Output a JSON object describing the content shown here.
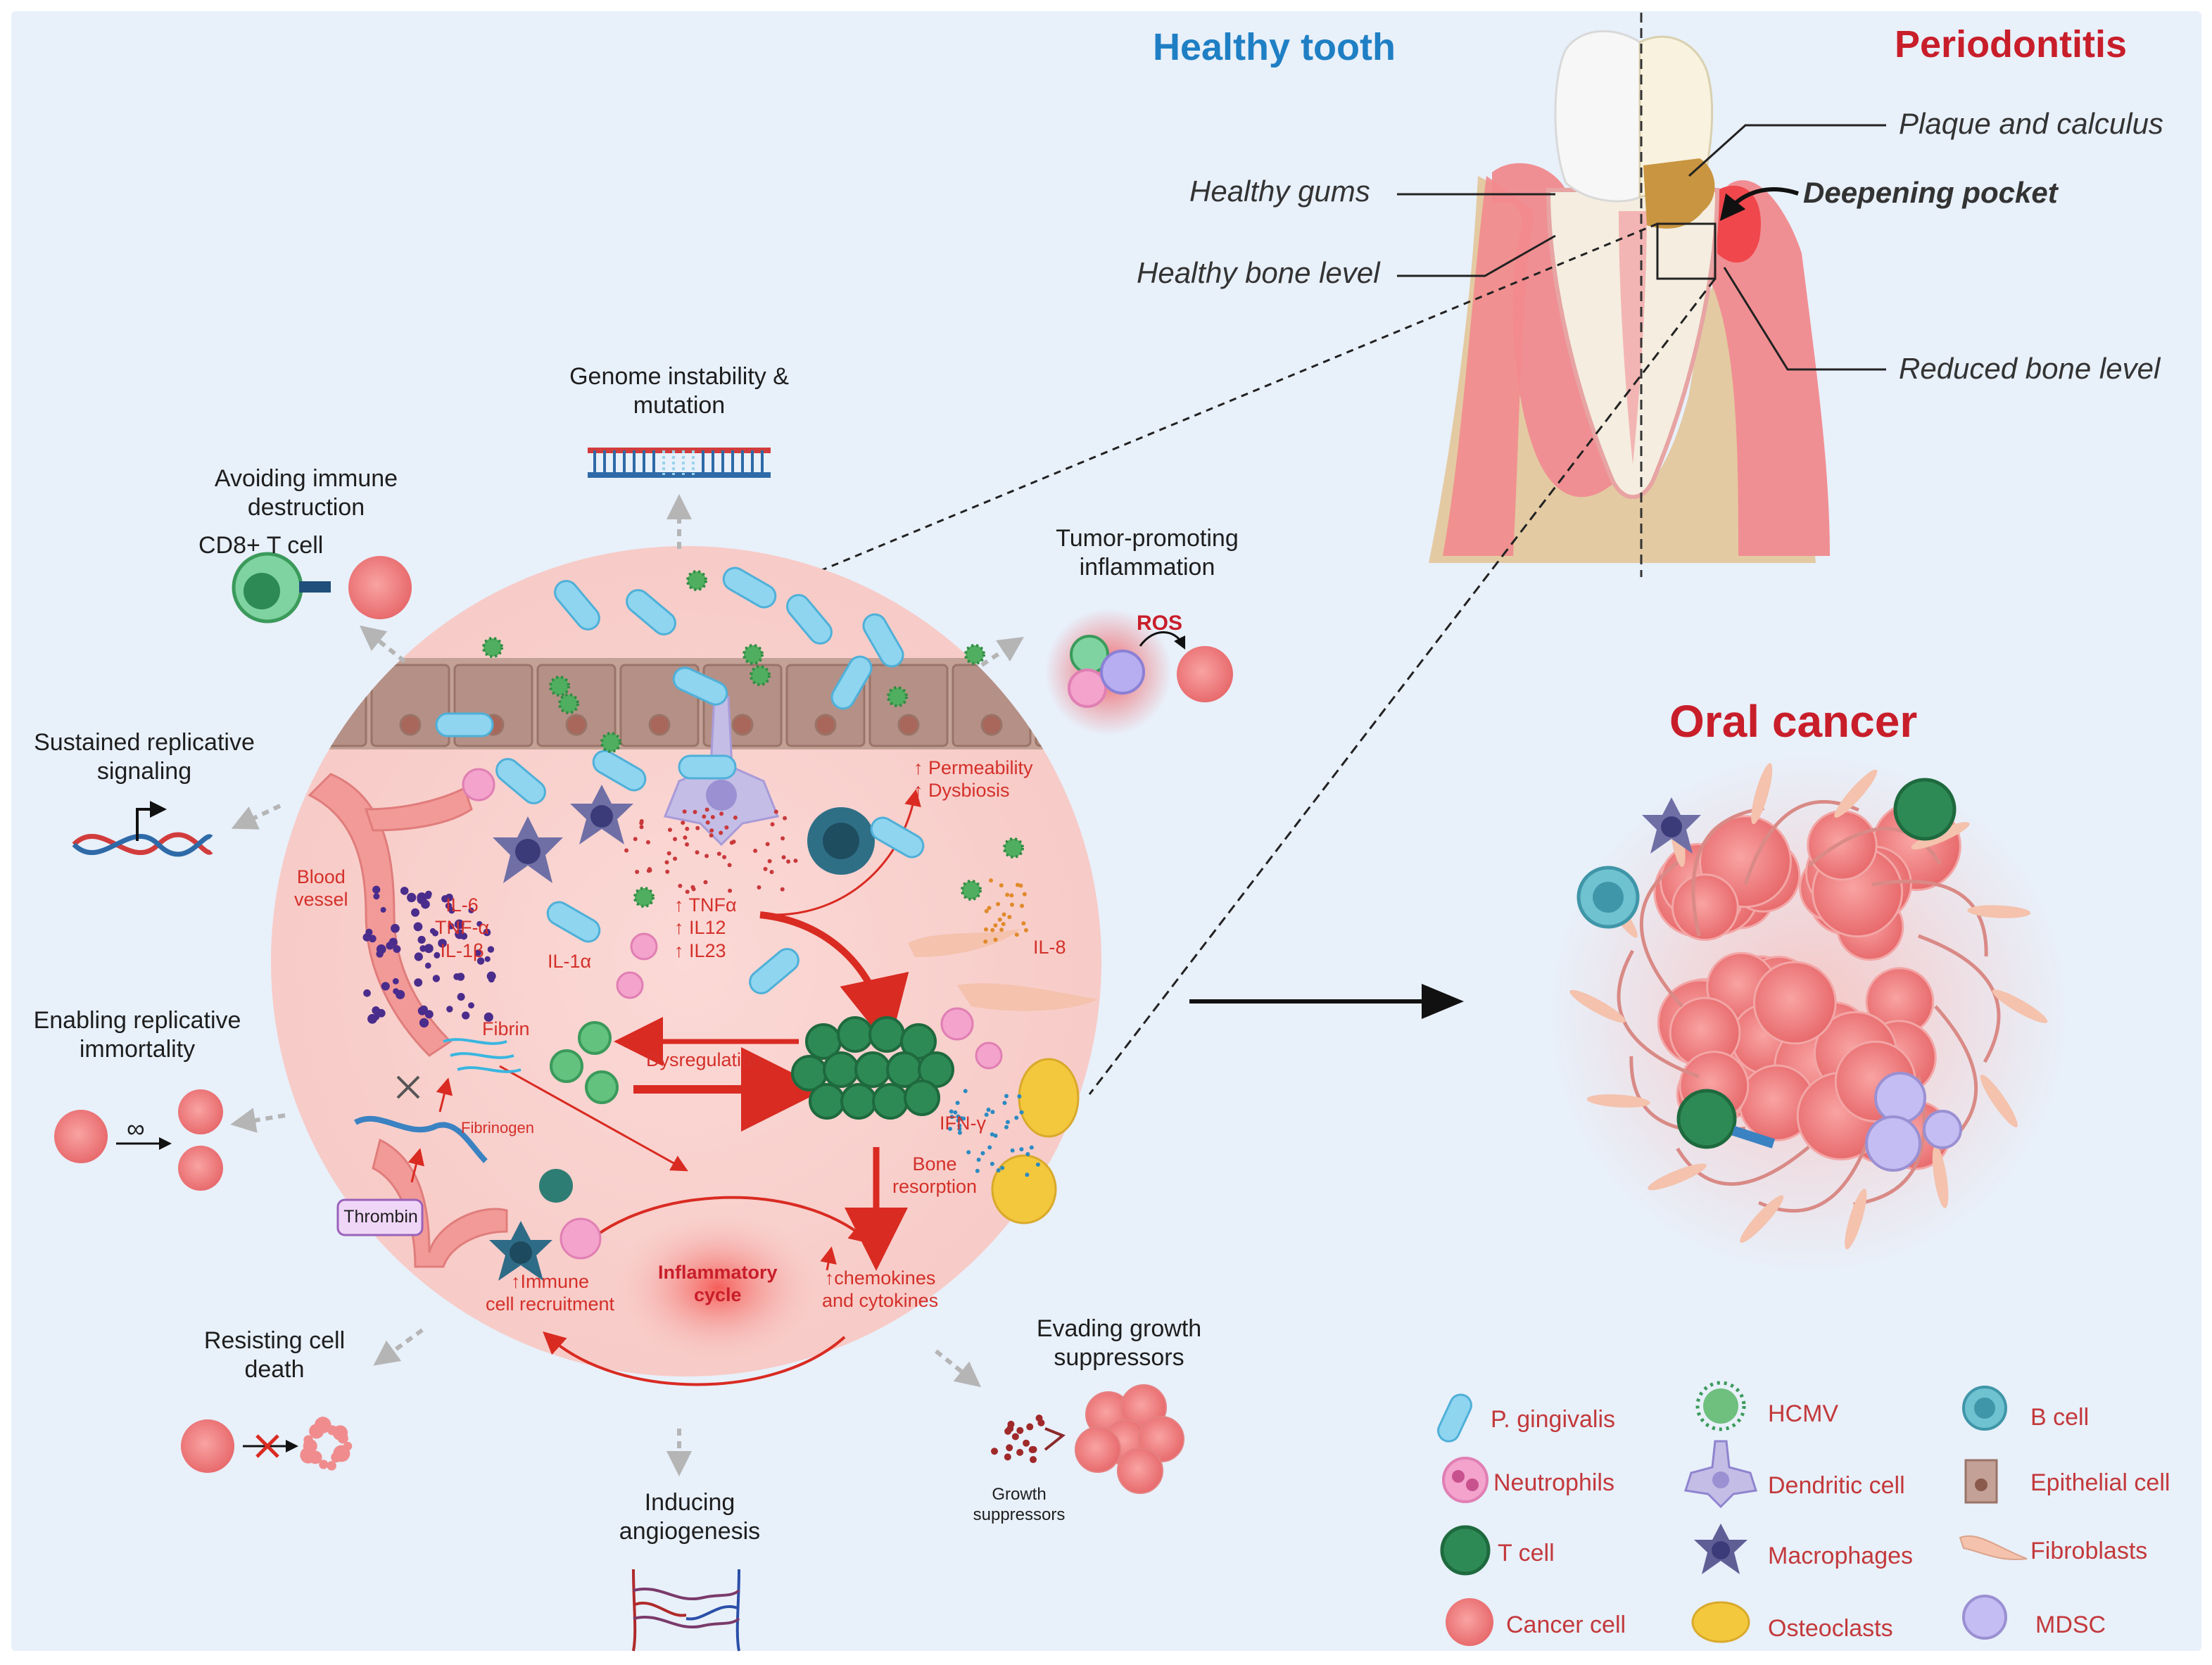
{
  "tooth": {
    "healthy_title": "Healthy tooth",
    "perio_title": "Periodontitis",
    "healthy_gums": "Healthy gums",
    "healthy_bone": "Healthy bone level",
    "plaque": "Plaque and calculus",
    "pocket": "Deepening pocket",
    "reduced_bone": "Reduced bone level"
  },
  "oral_cancer": {
    "title": "Oral cancer"
  },
  "hallmarks": {
    "genome": "Genome instability &\nmutation",
    "immune": "Avoiding immune\ndestruction",
    "cd8": "CD8+ T cell",
    "tumor_inflam": "Tumor-promoting\ninflammation",
    "ros": "ROS",
    "sustained": "Sustained replicative\nsignaling",
    "immortality": "Enabling replicative\nimmortality",
    "infinity": "∞",
    "resisting": "Resisting cell\ndeath",
    "angiogenesis": "Inducing\nangiogenesis",
    "evading": "Evading growth\nsuppressors",
    "growth_supp": "Growth\nsuppressors"
  },
  "circle": {
    "permeability": "↑ Permeability\n↑ Dysbiosis",
    "blood_vessel": "Blood\nvessel",
    "il6": "IL-6\nTNF-α\nIL-1β",
    "il1a": "IL-1α",
    "tnfa": "↑ TNFα\n↑ IL12\n↑ IL23",
    "il8": "IL-8",
    "fibrin": "Fibrin",
    "fibrinogen": "Fibrinogen",
    "thrombin": "Thrombin",
    "dysregulation": "Dysregulation",
    "ifn": "IFN-γ",
    "bone_res": "Bone\nresorption",
    "immune_recruit": "↑Immune\ncell recruitment",
    "inflam_cycle": "Inflammatory\ncycle",
    "chemokines": "↑chemokines\nand cytokines"
  },
  "legend": {
    "items": [
      {
        "label": "P. gingivalis",
        "icon": "bacterium-icon"
      },
      {
        "label": "HCMV",
        "icon": "virus-icon"
      },
      {
        "label": "B cell",
        "icon": "b-cell-icon"
      },
      {
        "label": "Neutrophils",
        "icon": "neutrophil-icon"
      },
      {
        "label": "Dendritic cell",
        "icon": "dendritic-cell-icon"
      },
      {
        "label": "Epithelial cell",
        "icon": "epithelial-cell-icon"
      },
      {
        "label": "T cell",
        "icon": "t-cell-icon"
      },
      {
        "label": "Macrophages",
        "icon": "macrophage-icon"
      },
      {
        "label": "Fibroblasts",
        "icon": "fibroblast-icon"
      },
      {
        "label": "Cancer cell",
        "icon": "cancer-cell-icon"
      },
      {
        "label": "Osteoclasts",
        "icon": "osteoclast-icon"
      },
      {
        "label": "MDSC",
        "icon": "mdsc-icon"
      }
    ]
  },
  "colors": {
    "blue_title": "#1f7fc4",
    "red_title": "#c81e2a",
    "arrow_red": "#d92b22",
    "circle_fill": "#f9d6d3",
    "background": "#e8f0fa"
  }
}
